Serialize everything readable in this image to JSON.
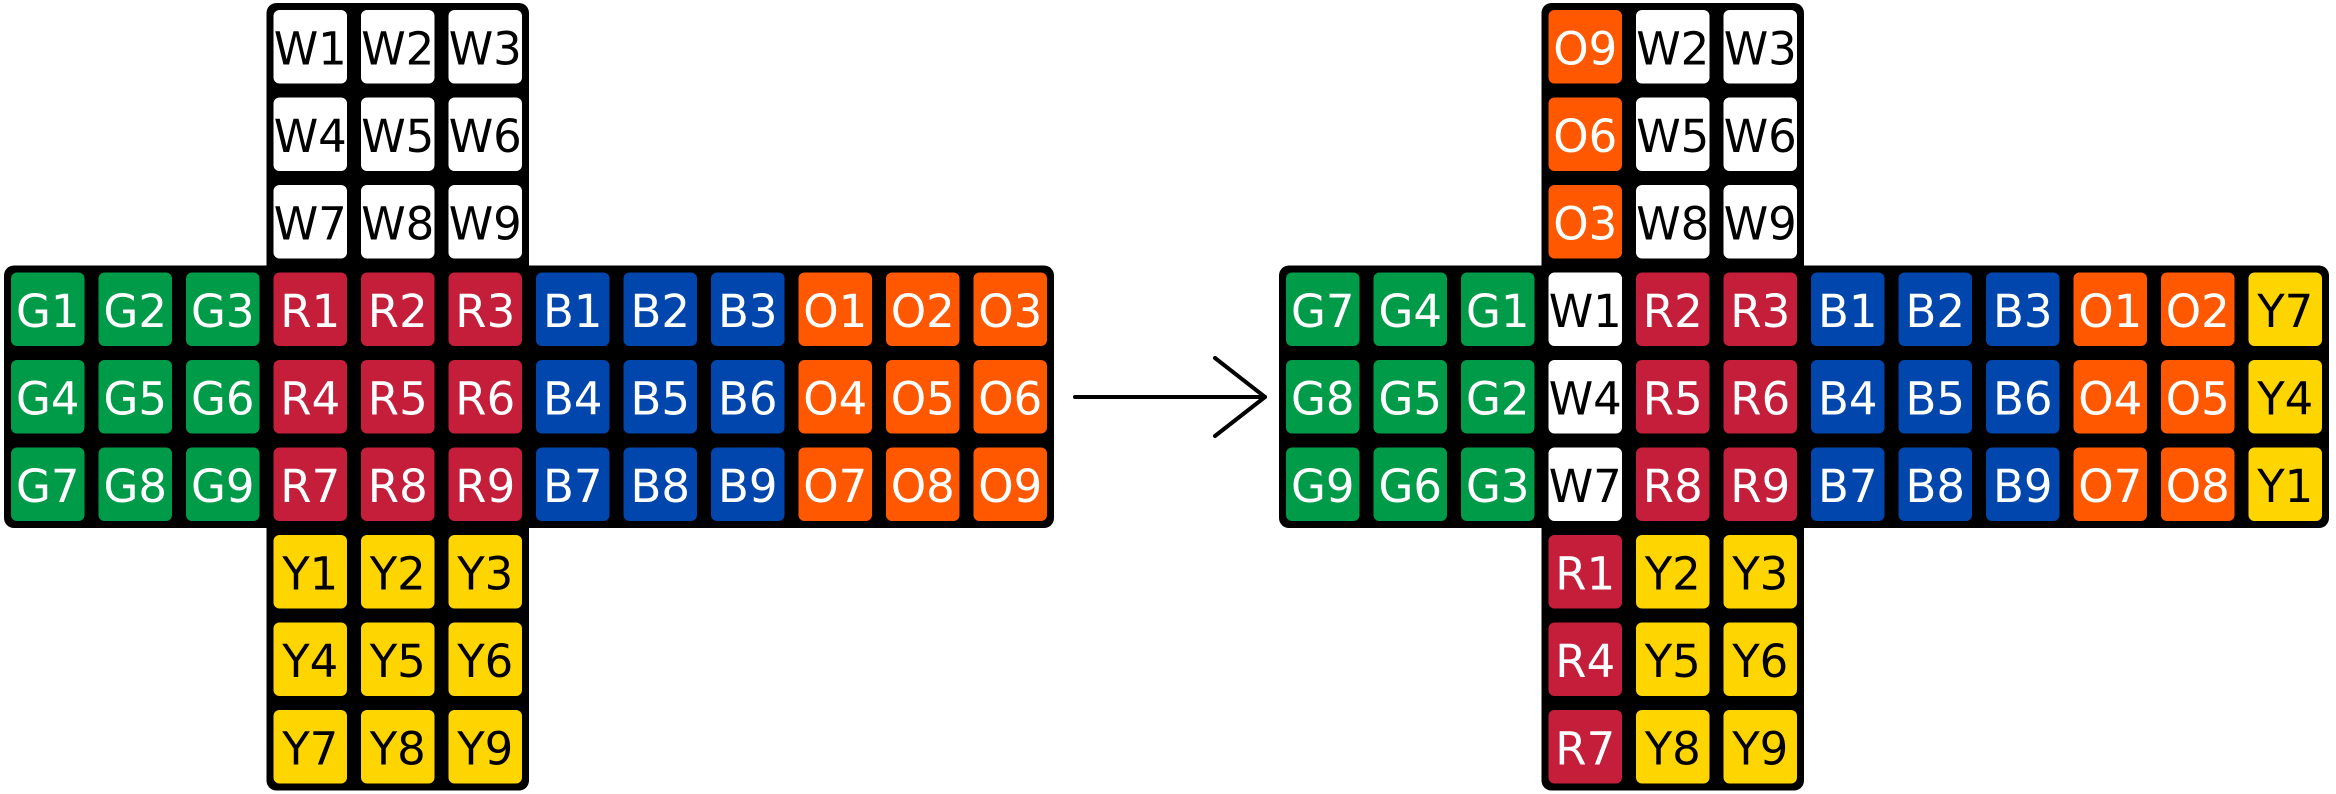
{
  "colors": {
    "W": "#ffffff",
    "R": "#c41e3a",
    "G": "#009b48",
    "B": "#0046ad",
    "O": "#ff5800",
    "Y": "#ffd500",
    "frame": "#000000"
  },
  "text_colors": {
    "W": "#000000",
    "R": "#ffffff",
    "G": "#ffffff",
    "B": "#ffffff",
    "O": "#ffffff",
    "Y": "#000000"
  },
  "nets": [
    {
      "name": "before-net",
      "faces": {
        "up": [
          [
            "W1",
            "W2",
            "W3"
          ],
          [
            "W4",
            "W5",
            "W6"
          ],
          [
            "W7",
            "W8",
            "W9"
          ]
        ],
        "left": [
          [
            "G1",
            "G2",
            "G3"
          ],
          [
            "G4",
            "G5",
            "G6"
          ],
          [
            "G7",
            "G8",
            "G9"
          ]
        ],
        "front": [
          [
            "R1",
            "R2",
            "R3"
          ],
          [
            "R4",
            "R5",
            "R6"
          ],
          [
            "R7",
            "R8",
            "R9"
          ]
        ],
        "right": [
          [
            "B1",
            "B2",
            "B3"
          ],
          [
            "B4",
            "B5",
            "B6"
          ],
          [
            "B7",
            "B8",
            "B9"
          ]
        ],
        "back": [
          [
            "O1",
            "O2",
            "O3"
          ],
          [
            "O4",
            "O5",
            "O6"
          ],
          [
            "O7",
            "O8",
            "O9"
          ]
        ],
        "down": [
          [
            "Y1",
            "Y2",
            "Y3"
          ],
          [
            "Y4",
            "Y5",
            "Y6"
          ],
          [
            "Y7",
            "Y8",
            "Y9"
          ]
        ]
      }
    },
    {
      "name": "after-net",
      "faces": {
        "up": [
          [
            "O9",
            "W2",
            "W3"
          ],
          [
            "O6",
            "W5",
            "W6"
          ],
          [
            "O3",
            "W8",
            "W9"
          ]
        ],
        "left": [
          [
            "G7",
            "G4",
            "G1"
          ],
          [
            "G8",
            "G5",
            "G2"
          ],
          [
            "G9",
            "G6",
            "G3"
          ]
        ],
        "front": [
          [
            "W1",
            "R2",
            "R3"
          ],
          [
            "W4",
            "R5",
            "R6"
          ],
          [
            "W7",
            "R8",
            "R9"
          ]
        ],
        "right": [
          [
            "B1",
            "B2",
            "B3"
          ],
          [
            "B4",
            "B5",
            "B6"
          ],
          [
            "B7",
            "B8",
            "B9"
          ]
        ],
        "back": [
          [
            "O1",
            "O2",
            "Y7"
          ],
          [
            "O4",
            "O5",
            "Y4"
          ],
          [
            "O7",
            "O8",
            "Y1"
          ]
        ],
        "down": [
          [
            "R1",
            "Y2",
            "Y3"
          ],
          [
            "R4",
            "Y5",
            "Y6"
          ],
          [
            "R7",
            "Y8",
            "Y9"
          ]
        ]
      }
    }
  ],
  "arrow": {
    "name": "transition-arrow"
  }
}
